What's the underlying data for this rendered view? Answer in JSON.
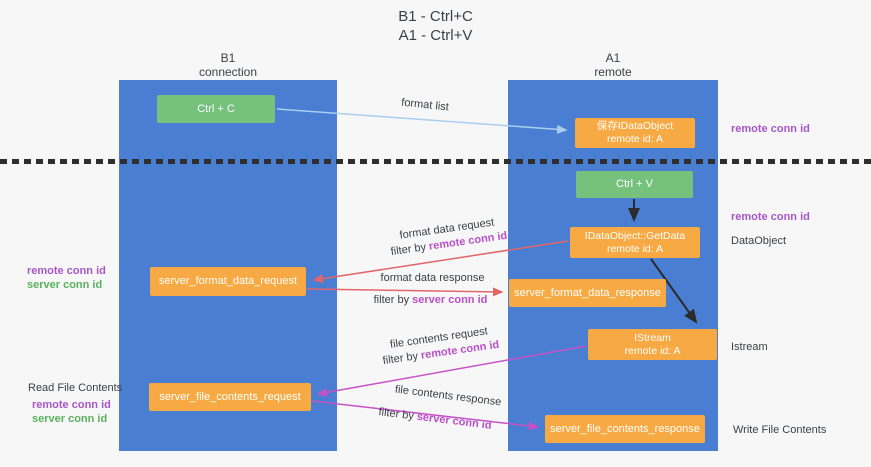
{
  "title": {
    "line1": "B1 - Ctrl+C",
    "line2": "A1 - Ctrl+V"
  },
  "lifelines": [
    {
      "name": "B1",
      "role": "connection"
    },
    {
      "name": "A1",
      "role": "remote"
    }
  ],
  "nodes": {
    "ctrl_c": "Ctrl + C",
    "save_idataobject": {
      "line1": "保存IDataObject",
      "line2": "remote id: A"
    },
    "ctrl_v": "Ctrl + V",
    "getdata": {
      "line1": "IDataObject::GetData",
      "line2": "remote id: A"
    },
    "server_format_data_request": "server_format_data_request",
    "server_format_data_response": "server_format_data_response",
    "istream": {
      "line1": "IStream",
      "line2": "remote id: A"
    },
    "server_file_contents_request": "server_file_contents_request",
    "server_file_contents_response": "server_file_contents_response"
  },
  "flow_labels": {
    "format_list": "format list",
    "format_data_request": "format data request",
    "format_data_response": "format data response",
    "file_contents_request": "file contents request",
    "file_contents_response": "file contents response",
    "filter_by": "filter by",
    "remote_conn_id": "remote conn id",
    "server_conn_id": "server conn id"
  },
  "side_labels": {
    "remote_conn_id_top": "remote conn id",
    "remote_conn_id_mid": "remote conn id",
    "dataobject": "DataObject",
    "istream": "Istream",
    "write_file_contents": "Write File Contents",
    "read_file_contents": "Read File Contents",
    "left_remote_conn_id_1": "remote conn id",
    "left_server_conn_id_1": "server conn id",
    "left_remote_conn_id_2": "remote conn id",
    "left_server_conn_id_2": "server conn id"
  },
  "colors": {
    "lane_blue": "#4a7ed2",
    "green_box": "#76c17c",
    "orange_box": "#f7a943",
    "purple_label": "#a756c5",
    "magenta_emphasis": "#bb4fc9",
    "green_label": "#58b25c",
    "red_arrow": "#e0666a",
    "magenta_arrow": "#c653c6",
    "blue_arrow": "#a9cfef",
    "black_arrow": "#2b2b2b"
  }
}
